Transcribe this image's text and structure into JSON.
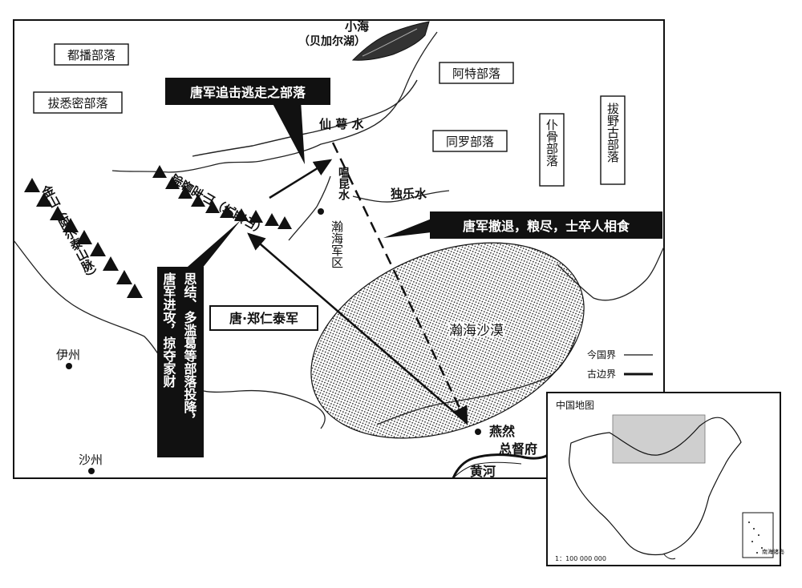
{
  "map": {
    "lake_label_1": "小海",
    "lake_label_2": "（贝加尔湖）",
    "boxed_tribes": [
      "都播部落",
      "拔悉密部落",
      "阿特部落",
      "同罗部落"
    ],
    "vertical_tribes": [
      "仆骨部落",
      "拔野古部落"
    ],
    "rivers": {
      "xianling": "仙 萼 水",
      "hanshui": "嗢昆水",
      "dule": "独乐水",
      "huanghe": "黄河"
    },
    "mountains": {
      "jinshan": "金山（阿尔泰山脉）",
      "yudujun": "郁督军山（杭爱山）"
    },
    "places": {
      "hanhai_jq": "瀚海军区",
      "yizhou": "伊州",
      "shazhou": "沙州",
      "yanran_1": "燕然",
      "yanran_2": "总督府",
      "desert": "瀚海沙漠"
    },
    "callouts": {
      "pursuit": "唐军追击逃走之部落",
      "retreat": "唐军撤退，粮尽，士卒人相食",
      "army": "唐·郑仁泰军",
      "attack_col1": "唐军进攻，掠夺家财",
      "attack_col2": "思结、多滥葛等部落投降，"
    },
    "legend": {
      "modern": "今国界",
      "ancient": "古边界"
    }
  },
  "inset": {
    "title": "中国地图",
    "scale": "1：100 000 000",
    "sub_label": "南海诸岛"
  }
}
